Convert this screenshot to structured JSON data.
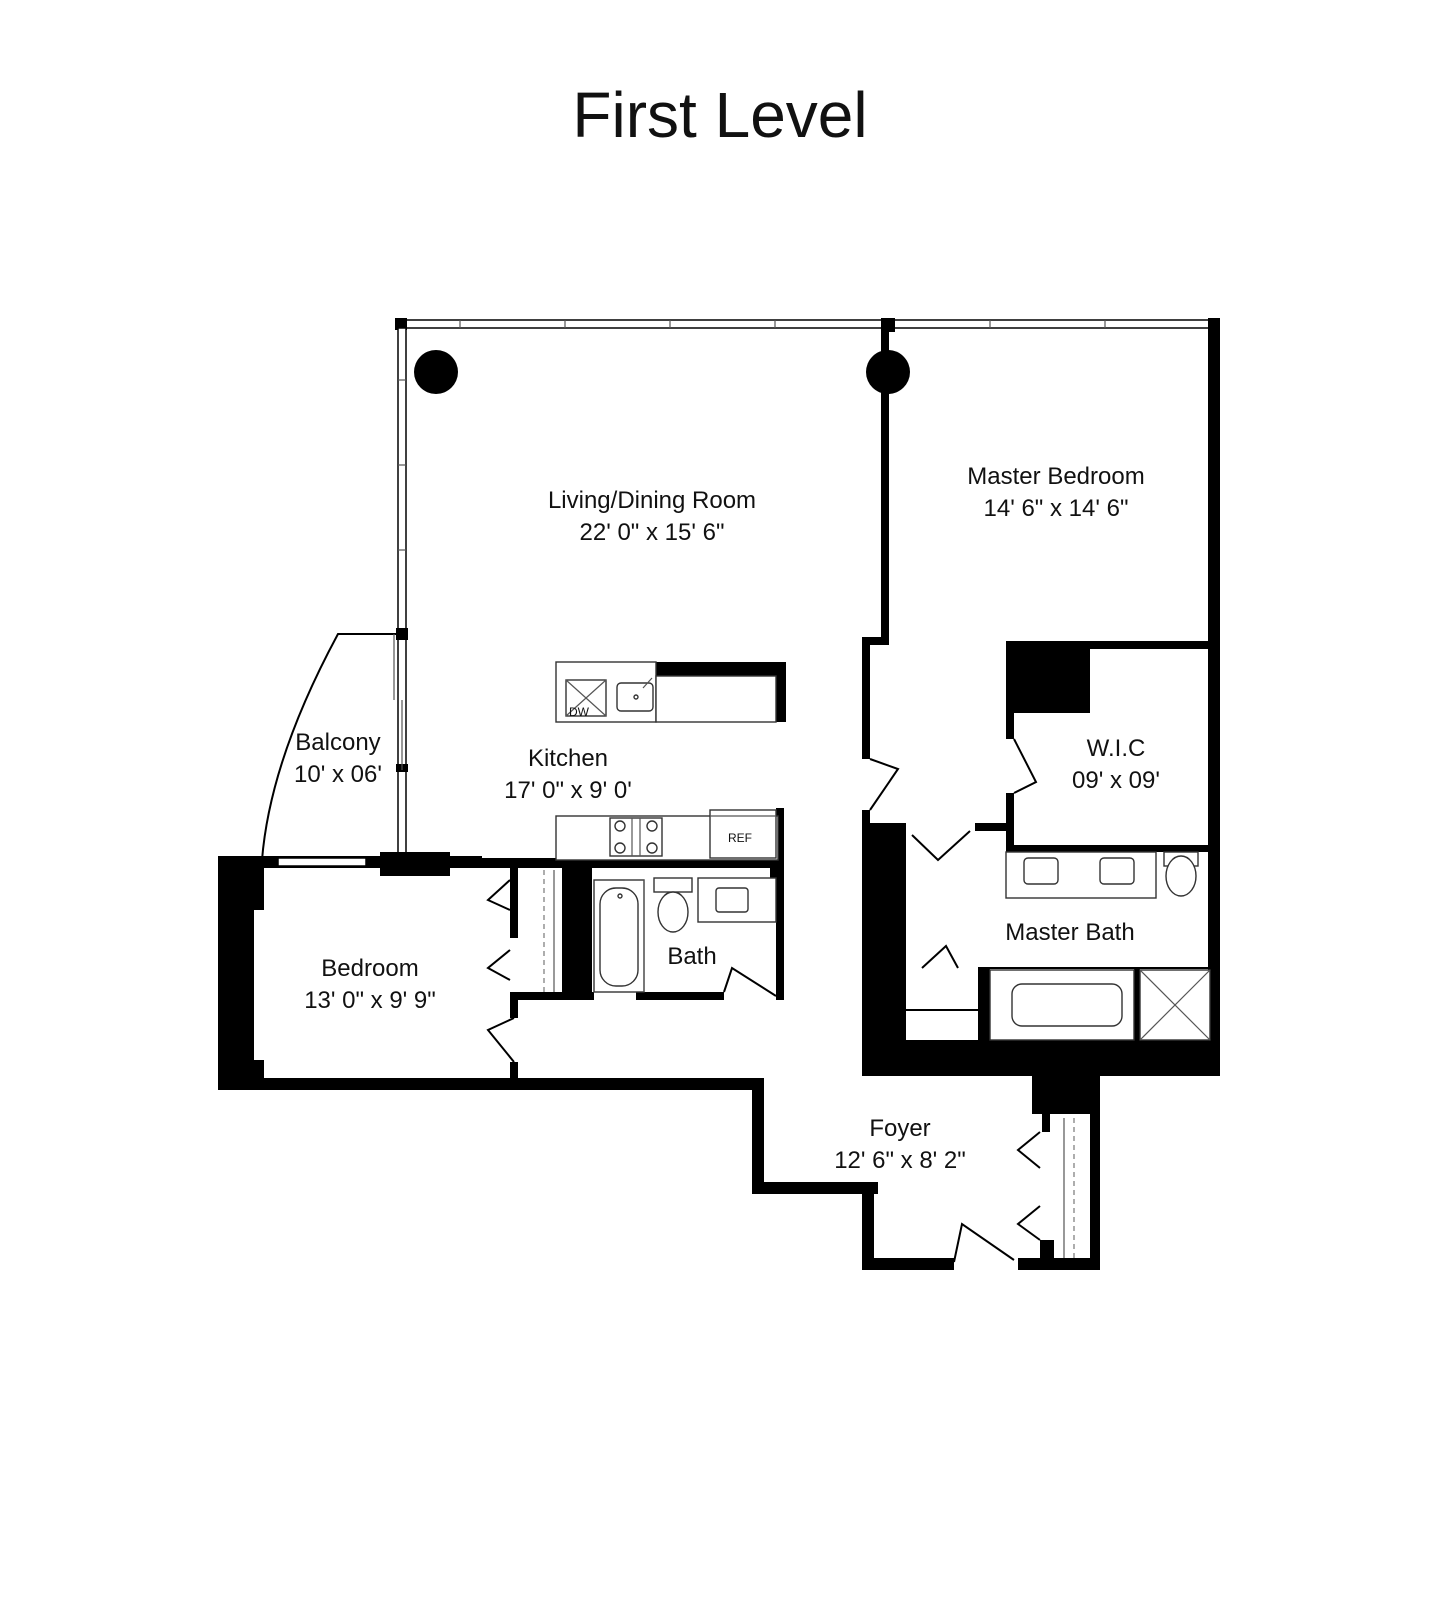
{
  "plan": {
    "title": "First Level",
    "rooms": {
      "living": {
        "name": "Living/Dining Room",
        "size": "22' 0\" x 15' 6\""
      },
      "master_bedroom": {
        "name": "Master Bedroom",
        "size": "14' 6\" x 14' 6\""
      },
      "balcony": {
        "name": "Balcony",
        "size": "10' x 06'"
      },
      "kitchen": {
        "name": "Kitchen",
        "size": "17' 0\" x 9' 0'"
      },
      "wic": {
        "name": "W.I.C",
        "size": "09' x 09'"
      },
      "master_bath": {
        "name": "Master Bath"
      },
      "bath": {
        "name": "Bath"
      },
      "bedroom": {
        "name": "Bedroom",
        "size": "13' 0\" x 9' 9\""
      },
      "foyer": {
        "name": "Foyer",
        "size": "12' 6\" x 8' 2\""
      }
    },
    "fixture_labels": {
      "dishwasher": "DW",
      "refrigerator": "REF"
    }
  }
}
